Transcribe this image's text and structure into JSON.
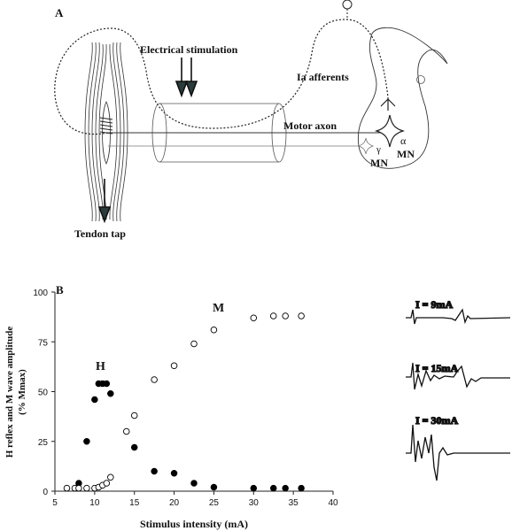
{
  "panel_a": {
    "label": "A",
    "electrical_stimulation": "Electrical stimulation",
    "ia_afferents": "Ia afferents",
    "motor_axon": "Motor axon",
    "alpha": "α",
    "alpha_mn": "MN",
    "gamma": "γ",
    "gamma_mn": "MN",
    "tendon_tap": "Tendon tap"
  },
  "panel_b": {
    "label": "B",
    "series_m_label": "M",
    "series_h_label": "H",
    "traces": [
      {
        "label": "I = 9mA"
      },
      {
        "label": "I = 15mA"
      },
      {
        "label": "I = 30mA"
      }
    ]
  },
  "chart_data": {
    "type": "scatter",
    "xlabel": "Stimulus intensity (mA)",
    "ylabel_line1": "H reflex and M wave amplitude",
    "ylabel_line2": "(% Mmax)",
    "xlim": [
      5,
      40
    ],
    "ylim": [
      0,
      100
    ],
    "xticks": [
      5,
      10,
      15,
      20,
      25,
      30,
      35,
      40
    ],
    "yticks": [
      0,
      25,
      50,
      75,
      100
    ],
    "grid": false,
    "series": [
      {
        "name": "H",
        "marker": "filled-circle",
        "color": "#000000",
        "points": [
          [
            8,
            4
          ],
          [
            9,
            25
          ],
          [
            10,
            46
          ],
          [
            10.5,
            54
          ],
          [
            11,
            54
          ],
          [
            11.5,
            54
          ],
          [
            12,
            49
          ],
          [
            15,
            22
          ],
          [
            17.5,
            10
          ],
          [
            20,
            9
          ],
          [
            22.5,
            4
          ],
          [
            25,
            2
          ],
          [
            30,
            1.5
          ],
          [
            32.5,
            1.5
          ],
          [
            34,
            1.5
          ],
          [
            36,
            1.5
          ]
        ]
      },
      {
        "name": "M",
        "marker": "open-circle",
        "color": "#000000",
        "points": [
          [
            6.5,
            1.5
          ],
          [
            7.5,
            1.5
          ],
          [
            8,
            1.5
          ],
          [
            9,
            1.5
          ],
          [
            10,
            1.5
          ],
          [
            10.5,
            2
          ],
          [
            11,
            3
          ],
          [
            11.5,
            4
          ],
          [
            12,
            7
          ],
          [
            14,
            30
          ],
          [
            15,
            38
          ],
          [
            17.5,
            56
          ],
          [
            20,
            63
          ],
          [
            22.5,
            74
          ],
          [
            25,
            81
          ],
          [
            30,
            87
          ],
          [
            32.5,
            88
          ],
          [
            34,
            88
          ],
          [
            36,
            88
          ]
        ]
      }
    ]
  }
}
